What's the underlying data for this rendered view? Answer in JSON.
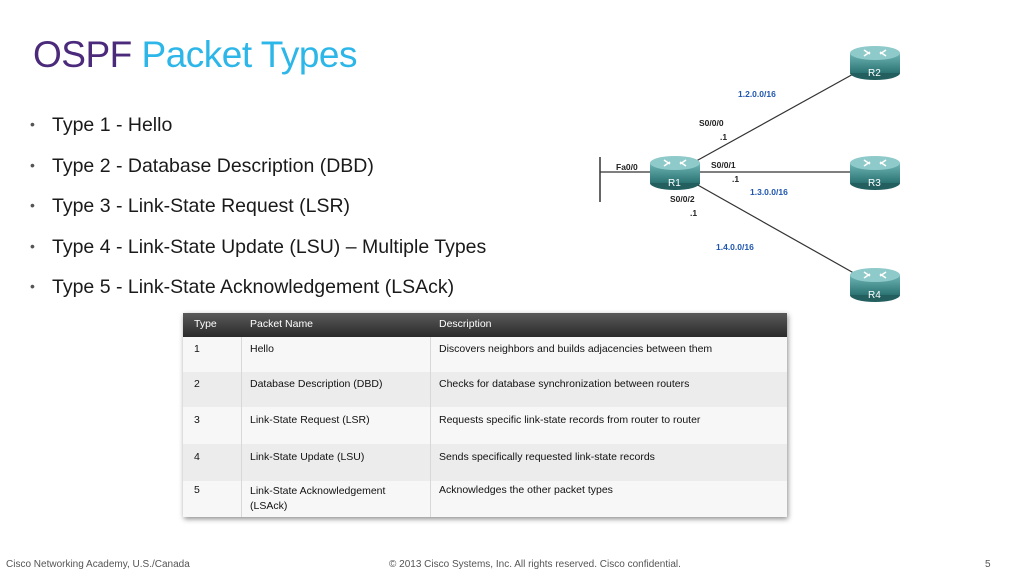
{
  "slide": {
    "title_part1": "OSPF",
    "title_part2": "Packet Types"
  },
  "bullets": [
    "Type 1 - Hello",
    "Type 2 - Database Description (DBD)",
    "Type 3 - Link-State Request (LSR)",
    "Type 4 - Link-State Update (LSU) – Multiple Types",
    "Type 5 - Link-State Acknowledgement (LSAck)"
  ],
  "diagram": {
    "routers": [
      "R1",
      "R2",
      "R3",
      "R4"
    ],
    "interfaces": {
      "fa00": "Fa0/0",
      "s000": "S0/0/0",
      "s000_ip": ".1",
      "s001": "S0/0/1",
      "s001_ip": ".1",
      "s002": "S0/0/2",
      "s002_ip": ".1"
    },
    "networks": {
      "net_r2": "1.2.0.0/16",
      "net_r3": "1.3.0.0/16",
      "net_r4": "1.4.0.0/16"
    },
    "colors": {
      "router": "#3b8c8c",
      "network_label": "#1f56b0"
    }
  },
  "table": {
    "headers": [
      "Type",
      "Packet Name",
      "Description"
    ],
    "rows": [
      [
        "1",
        "Hello",
        "Discovers neighbors and builds adjacencies between them"
      ],
      [
        "2",
        "Database Description (DBD)",
        "Checks for database synchronization between routers"
      ],
      [
        "3",
        "Link-State Request (LSR)",
        "Requests specific link-state records from router to router"
      ],
      [
        "4",
        "Link-State Update (LSU)",
        "Sends specifically requested link-state records"
      ],
      [
        "5",
        "Link-State Acknowledgement (LSAck)",
        "Acknowledges the other packet types"
      ]
    ]
  },
  "footer": {
    "left": "Cisco Networking Academy, U.S./Canada",
    "center": "© 2013 Cisco Systems, Inc. All rights reserved. Cisco confidential.",
    "page": "5"
  }
}
